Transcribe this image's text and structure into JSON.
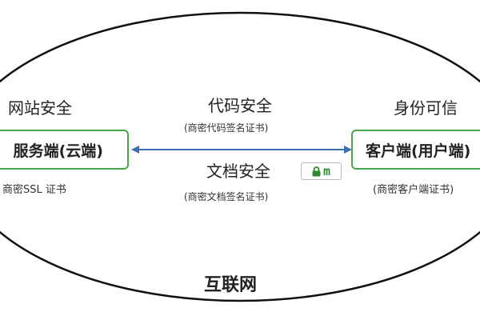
{
  "network": {
    "label": "互联网"
  },
  "server": {
    "heading": "网站安全",
    "box_label": "服务端(云端)",
    "cert": "商密SSL 证书"
  },
  "client": {
    "heading": "身份可信",
    "box_label": "客户端(用户端)",
    "cert": "(商密客户端证书)"
  },
  "link": {
    "code": {
      "heading": "代码安全",
      "cert": "(商密代码签名证书)"
    },
    "doc": {
      "heading": "文档安全",
      "cert": "(商密文档签名证书)"
    },
    "badge_letter": "m"
  },
  "colors": {
    "box_border": "#4aa84a",
    "arrow": "#3d6fb0",
    "badge_green": "#2e8a2e",
    "ellipse": "#111111"
  },
  "icons": {
    "badge": "lock-icon"
  }
}
